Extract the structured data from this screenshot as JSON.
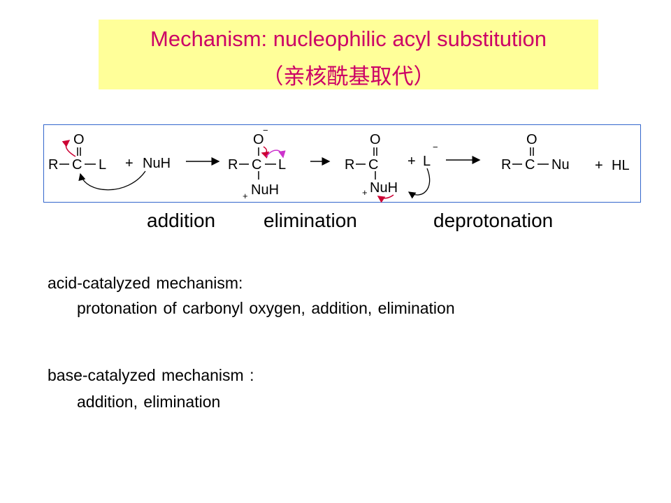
{
  "title": {
    "line1": "Mechanism: nucleophilic acyl substitution",
    "line2": "（亲核酰基取代）"
  },
  "scheme": {
    "reactant": {
      "r": "R",
      "c": "C",
      "o": "O",
      "l": "L"
    },
    "plus1": "+",
    "nucleophile": "NuH",
    "intermediate": {
      "r": "R",
      "c": "C",
      "o": "O",
      "charge_minus": "−",
      "l": "L",
      "nuh": "NuH",
      "charge_plus": "+"
    },
    "protonated": {
      "r": "R",
      "c": "C",
      "o": "O",
      "nuh": "NuH",
      "charge_plus": "+"
    },
    "plus2": "+",
    "leaving_group": "L",
    "leaving_charge": "−",
    "product": {
      "r": "R",
      "c": "C",
      "o": "O",
      "nu": "Nu"
    },
    "plus3": "+",
    "byproduct": "HL",
    "colors": {
      "frame": "#3366cc",
      "arrow_red": "#cc0033",
      "arrow_magenta": "#cc33cc"
    }
  },
  "steps": {
    "addition": "addition",
    "elimination": "elimination",
    "deprotonation": "deprotonation"
  },
  "acid": {
    "heading": "acid-catalyzed mechanism:",
    "detail": "protonation of carbonyl oxygen, addition, elimination"
  },
  "base": {
    "heading": "base-catalyzed mechanism :",
    "detail": "addition, elimination"
  },
  "colors": {
    "title_text": "#cc0066",
    "title_bg": "#ffff99"
  }
}
